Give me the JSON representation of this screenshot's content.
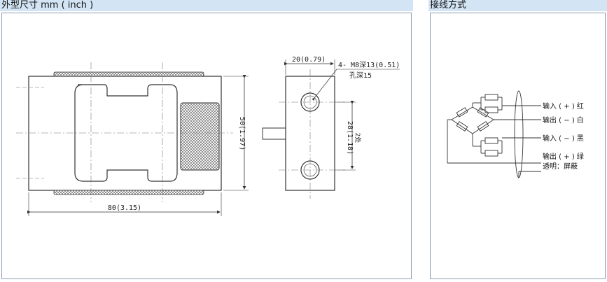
{
  "dimensions_panel": {
    "title": "外型尺寸 mm ( inch )",
    "width_label": "80(3.15)",
    "height_label": "50(1.97)",
    "depth_label": "20(0.79)",
    "hole_spacing_label": "28(1.18)",
    "hole_count_label": "2处",
    "thread_callout_line1": "4- M8深13(0.51)",
    "thread_callout_line2": "孔深15"
  },
  "wiring_panel": {
    "title": "接线方式",
    "wires": [
      {
        "label": "输入 ( + ) 红"
      },
      {
        "label": "输出 ( − ) 白"
      },
      {
        "label": "输入 ( − ) 黑"
      },
      {
        "label": "输出 ( + ) 绿"
      },
      {
        "label": "透明：屏蔽"
      }
    ]
  },
  "colors": {
    "header_bg": "#d3e5f5",
    "border": "#8c9db0",
    "drawing_line": "#333333"
  }
}
